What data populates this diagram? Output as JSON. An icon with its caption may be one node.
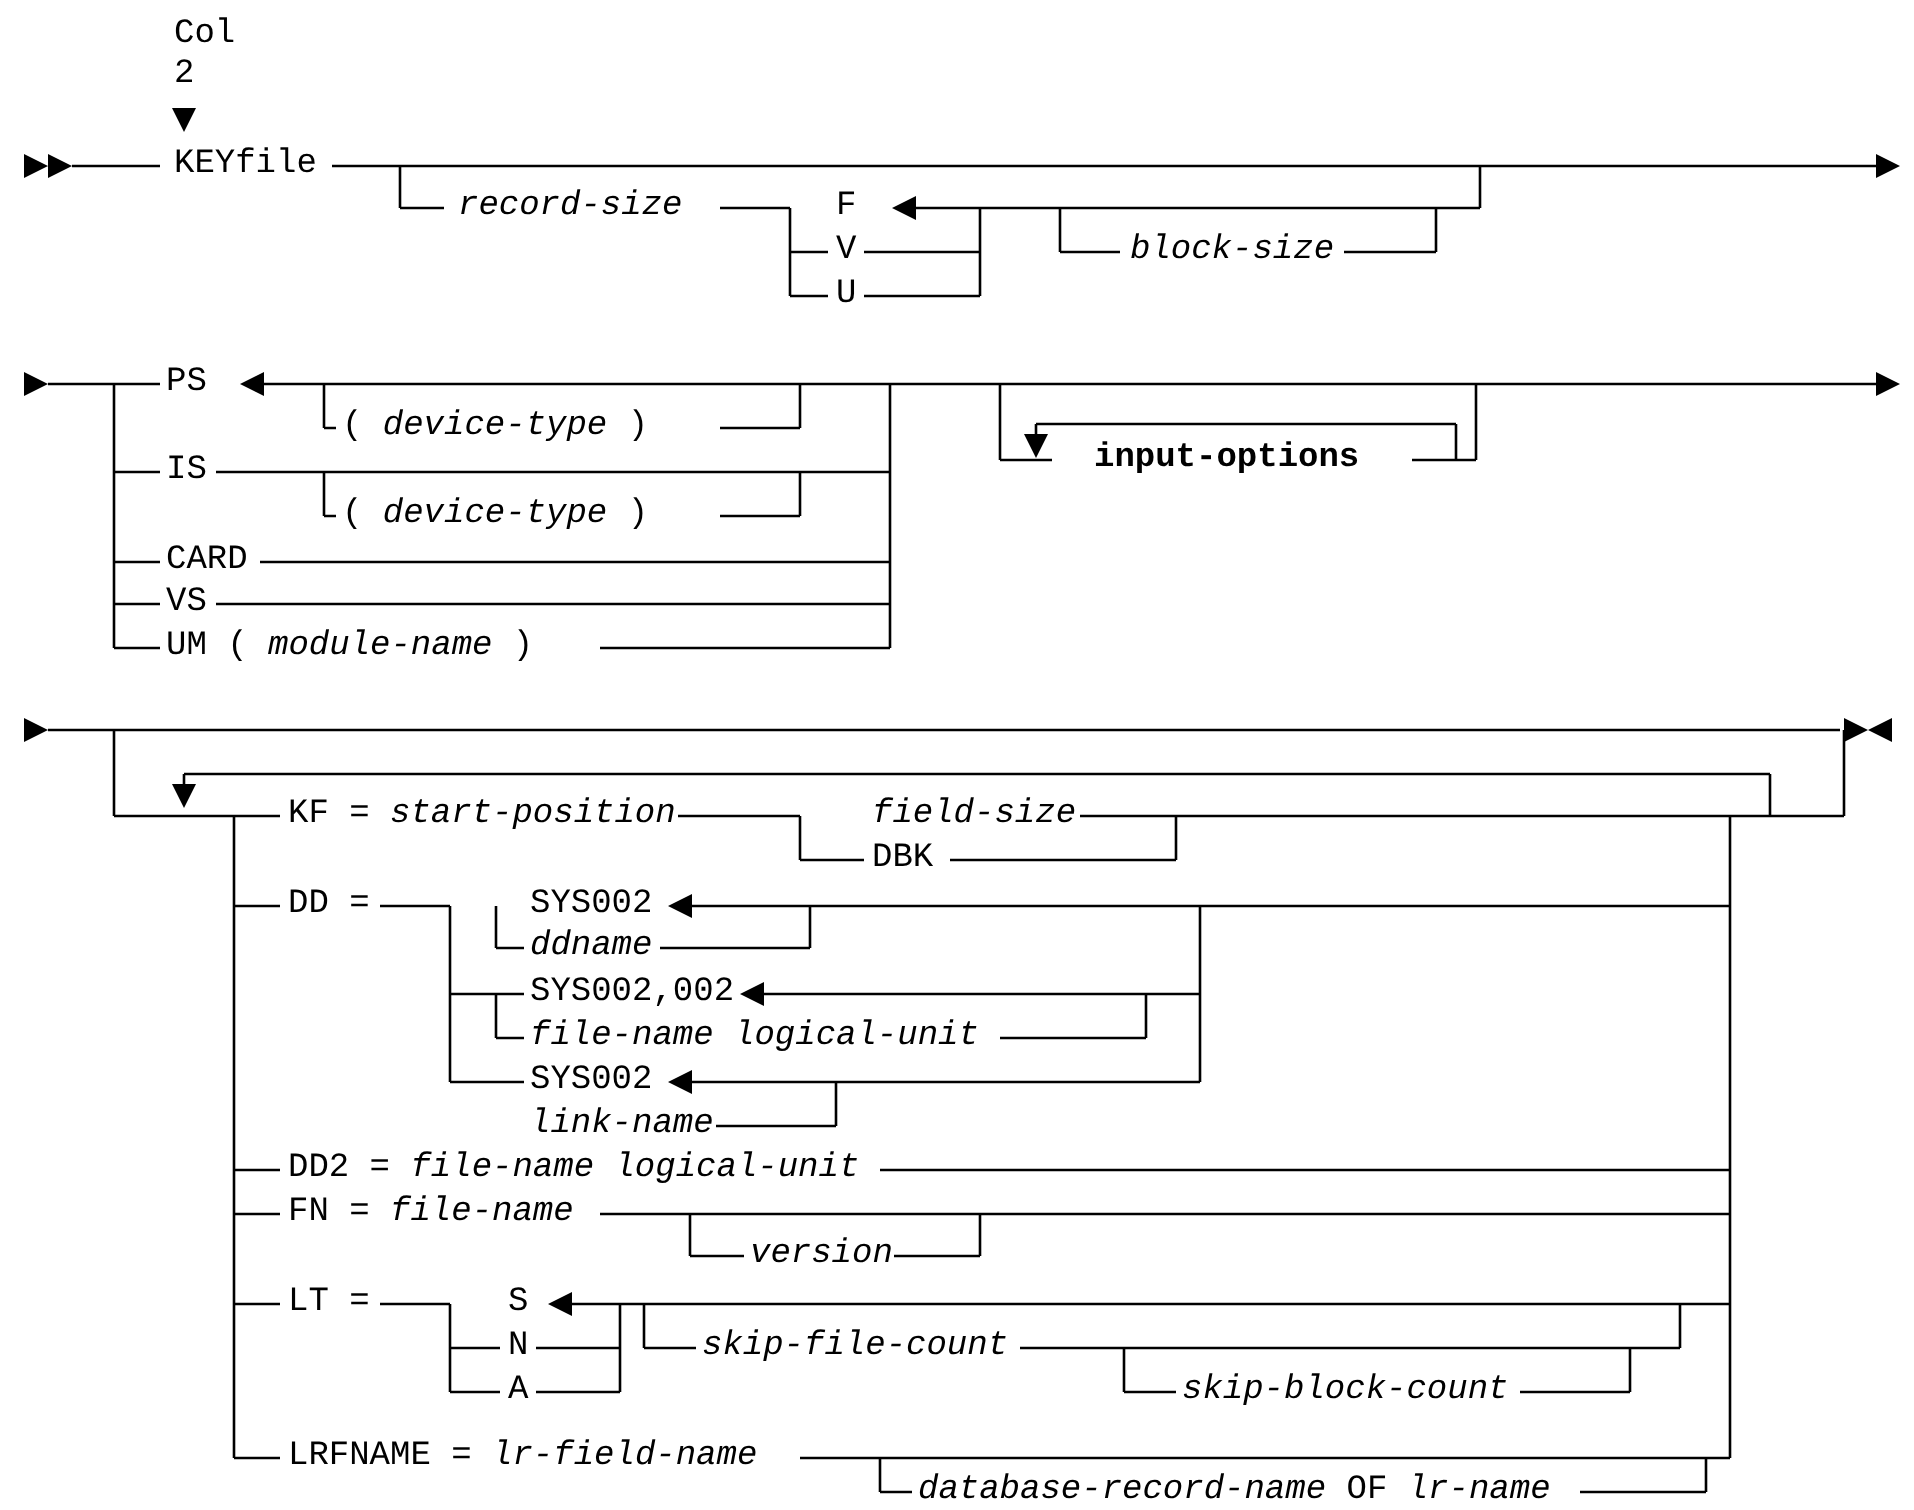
{
  "diagram": {
    "labels": [
      "Col",
      "2",
      "KEYfile",
      "record-size",
      "F",
      "V",
      "U",
      "block-size",
      "PS",
      "( *device-type* )",
      "IS",
      "( *device-type* )",
      "CARD",
      "VS",
      "UM ( *module-name* )",
      "input-options",
      "KF = *start-position*",
      "field-size",
      "DBK",
      "DD =",
      "SYS002",
      "ddname",
      "SYS002,002",
      "file-name logical-unit",
      "SYS002",
      "link-name",
      "DD2 = *file-name logical-unit*",
      "FN = *file-name*",
      "version",
      "LT =",
      "S",
      "N",
      "A",
      "skip-file-count",
      "skip-block-count",
      "LRFNAME = *lr-field-name*",
      "*database-record-name* OF *lr-name*"
    ]
  }
}
